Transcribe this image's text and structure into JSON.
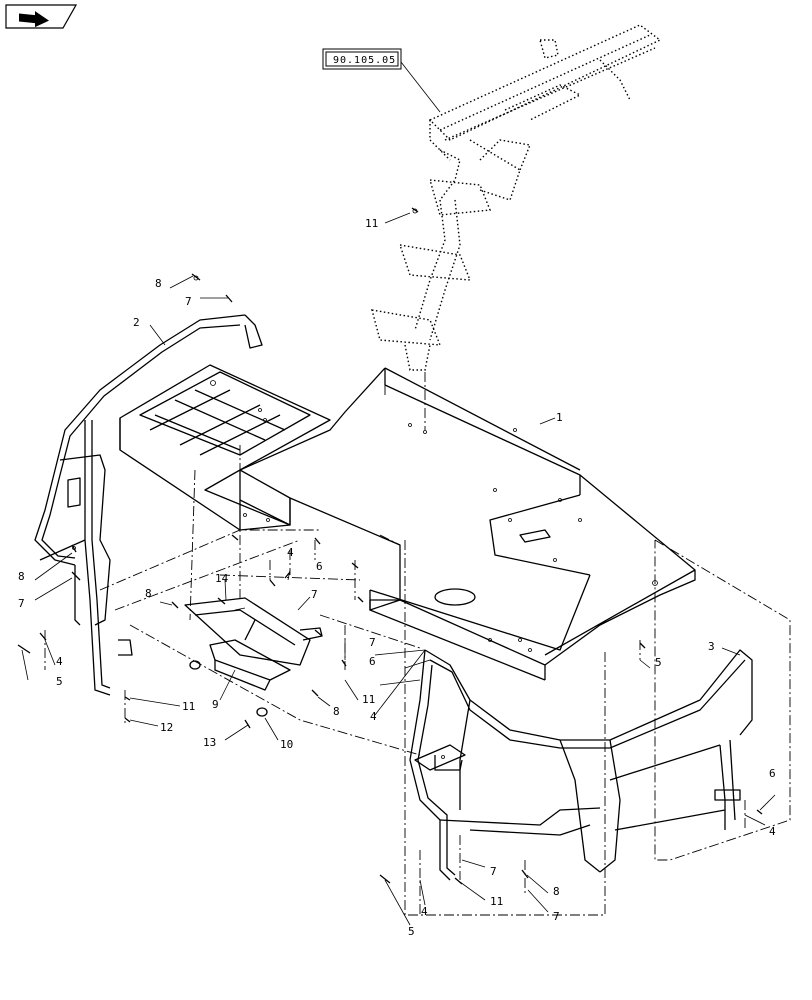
{
  "reference_label": "90.105.05",
  "callouts": [
    {
      "id": "c1",
      "text": "1"
    },
    {
      "id": "c2",
      "text": "2"
    },
    {
      "id": "c3",
      "text": "3"
    },
    {
      "id": "c4a",
      "text": "4"
    },
    {
      "id": "c4b",
      "text": "4"
    },
    {
      "id": "c4c",
      "text": "4"
    },
    {
      "id": "c4d",
      "text": "4"
    },
    {
      "id": "c4e",
      "text": "4"
    },
    {
      "id": "c5a",
      "text": "5"
    },
    {
      "id": "c5b",
      "text": "5"
    },
    {
      "id": "c5c",
      "text": "5"
    },
    {
      "id": "c6a",
      "text": "6"
    },
    {
      "id": "c6b",
      "text": "6"
    },
    {
      "id": "c6c",
      "text": "6"
    },
    {
      "id": "c7a",
      "text": "7"
    },
    {
      "id": "c7b",
      "text": "7"
    },
    {
      "id": "c7c",
      "text": "7"
    },
    {
      "id": "c7d",
      "text": "7"
    },
    {
      "id": "c7e",
      "text": "7"
    },
    {
      "id": "c7f",
      "text": "7"
    },
    {
      "id": "c8a",
      "text": "8"
    },
    {
      "id": "c8b",
      "text": "8"
    },
    {
      "id": "c8c",
      "text": "8"
    },
    {
      "id": "c8d",
      "text": "8"
    },
    {
      "id": "c8e",
      "text": "8"
    },
    {
      "id": "c9",
      "text": "9"
    },
    {
      "id": "c10",
      "text": "10"
    },
    {
      "id": "c11a",
      "text": "11"
    },
    {
      "id": "c11b",
      "text": "11"
    },
    {
      "id": "c11c",
      "text": "11"
    },
    {
      "id": "c11d",
      "text": "11"
    },
    {
      "id": "c12",
      "text": "12"
    },
    {
      "id": "c13",
      "text": "13"
    },
    {
      "id": "c14",
      "text": "14"
    }
  ],
  "icons": {
    "navigation": "arrow-right-icon"
  }
}
